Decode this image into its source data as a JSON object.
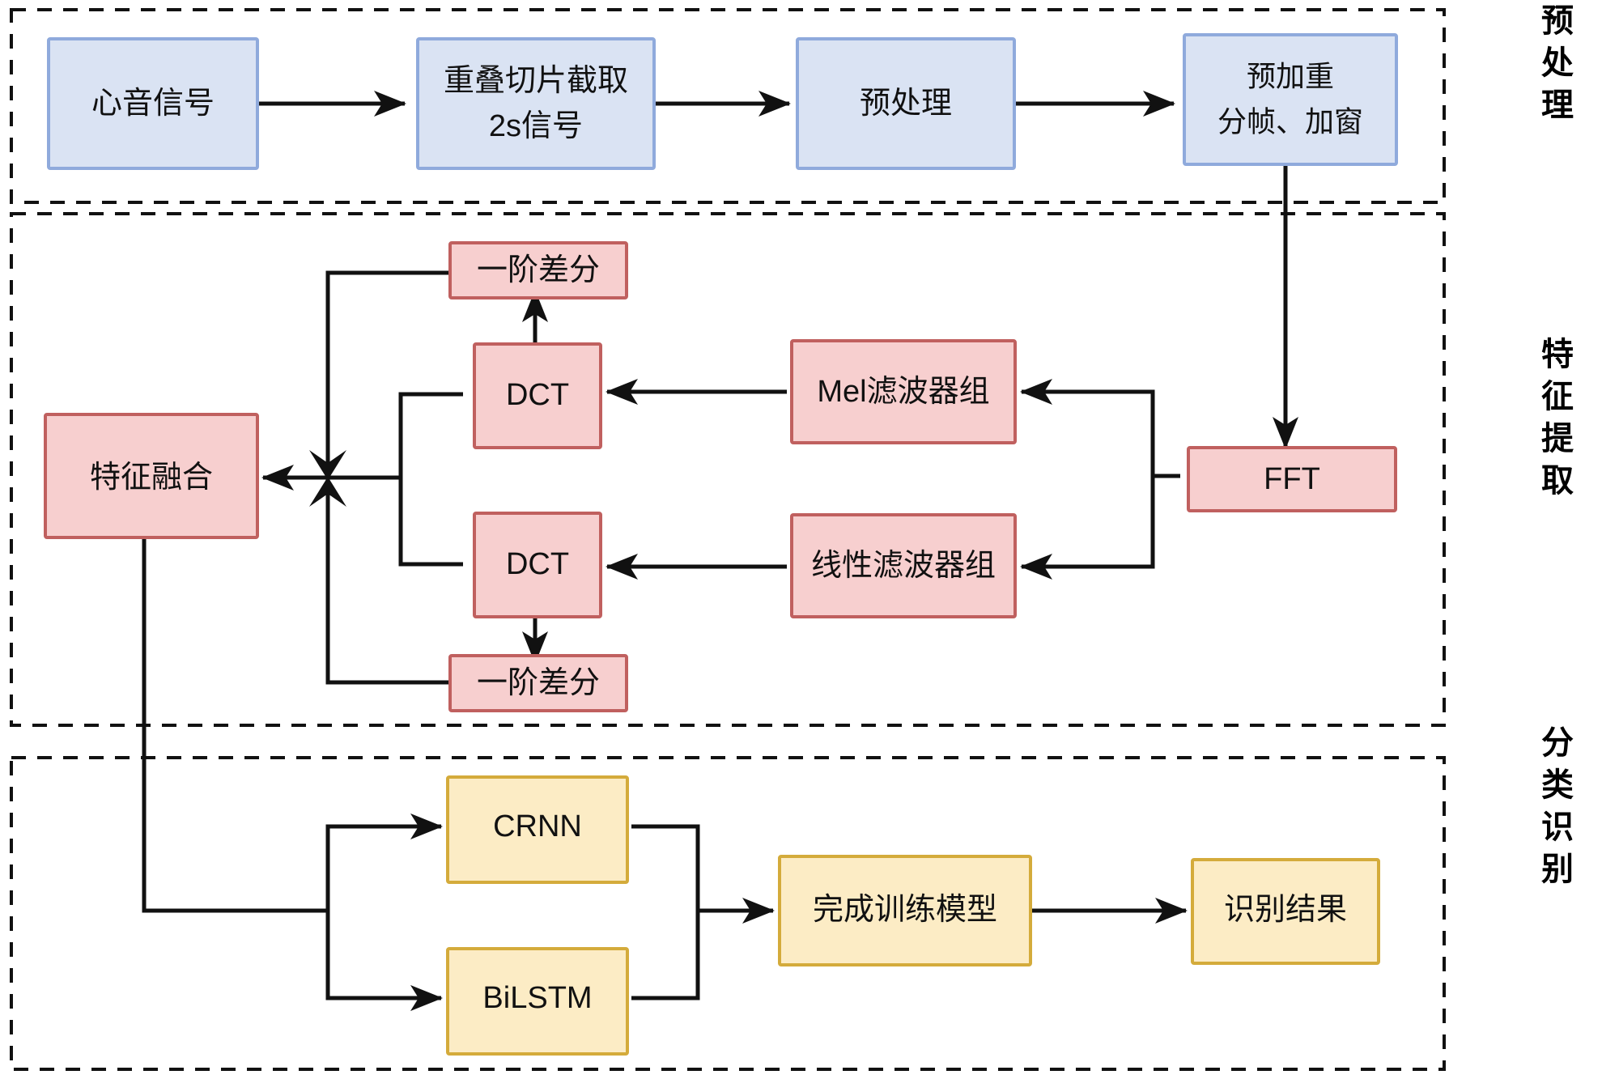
{
  "diagram": {
    "title": "",
    "colors": {
      "blue_fill": "#dae3f3",
      "blue_stroke": "#8faadc",
      "red_fill": "#f7cfcf",
      "red_stroke": "#c0605f",
      "yellow_fill": "#fcecc5",
      "yellow_stroke": "#d4ab3b",
      "line": "#111111",
      "frame": "#111111"
    },
    "stages": [
      {
        "id": "preprocessing",
        "label": "预处理"
      },
      {
        "id": "feature-extraction",
        "label": "特征提取"
      },
      {
        "id": "classification",
        "label": "分类识别"
      }
    ],
    "nodes": {
      "heart_sound_signal": {
        "label": "心音信号",
        "group": "preprocessing",
        "color": "blue"
      },
      "overlap_slice": {
        "label_line1": "重叠切片截取",
        "label_line2": "2s信号",
        "group": "preprocessing",
        "color": "blue"
      },
      "preprocess": {
        "label": "预处理",
        "group": "preprocessing",
        "color": "blue"
      },
      "preemphasis": {
        "label_line1": "预加重",
        "label_line2": "分帧、加窗",
        "group": "preprocessing",
        "color": "blue"
      },
      "fft": {
        "label": "FFT",
        "group": "feature-extraction",
        "color": "red"
      },
      "mel_filterbank": {
        "label": "Mel滤波器组",
        "group": "feature-extraction",
        "color": "red"
      },
      "linear_filterbank": {
        "label": "线性滤波器组",
        "group": "feature-extraction",
        "color": "red"
      },
      "dct_upper": {
        "label": "DCT",
        "group": "feature-extraction",
        "color": "red"
      },
      "dct_lower": {
        "label": "DCT",
        "group": "feature-extraction",
        "color": "red"
      },
      "delta_upper": {
        "label": "一阶差分",
        "group": "feature-extraction",
        "color": "red"
      },
      "delta_lower": {
        "label": "一阶差分",
        "group": "feature-extraction",
        "color": "red"
      },
      "feature_fusion": {
        "label": "特征融合",
        "group": "feature-extraction",
        "color": "red"
      },
      "crnn": {
        "label": "CRNN",
        "group": "classification",
        "color": "yellow"
      },
      "bilstm": {
        "label": "BiLSTM",
        "group": "classification",
        "color": "yellow"
      },
      "trained_model": {
        "label": "完成训练模型",
        "group": "classification",
        "color": "yellow"
      },
      "recognition_result": {
        "label": "识别结果",
        "group": "classification",
        "color": "yellow"
      }
    },
    "flow": [
      "心音信号 → 重叠切片截取 2s信号",
      "重叠切片截取 2s信号 → 预处理",
      "预处理 → 预加重 分帧、加窗",
      "预加重 分帧、加窗 → FFT",
      "FFT → Mel滤波器组",
      "FFT → 线性滤波器组",
      "Mel滤波器组 → DCT",
      "线性滤波器组 → DCT",
      "DCT → 一阶差分",
      "DCT → 一阶差分",
      "一阶差分 → 特征融合",
      "DCT → 特征融合",
      "特征融合 → CRNN",
      "特征融合 → BiLSTM",
      "CRNN → 完成训练模型",
      "BiLSTM → 完成训练模型",
      "完成训练模型 → 识别结果"
    ]
  }
}
